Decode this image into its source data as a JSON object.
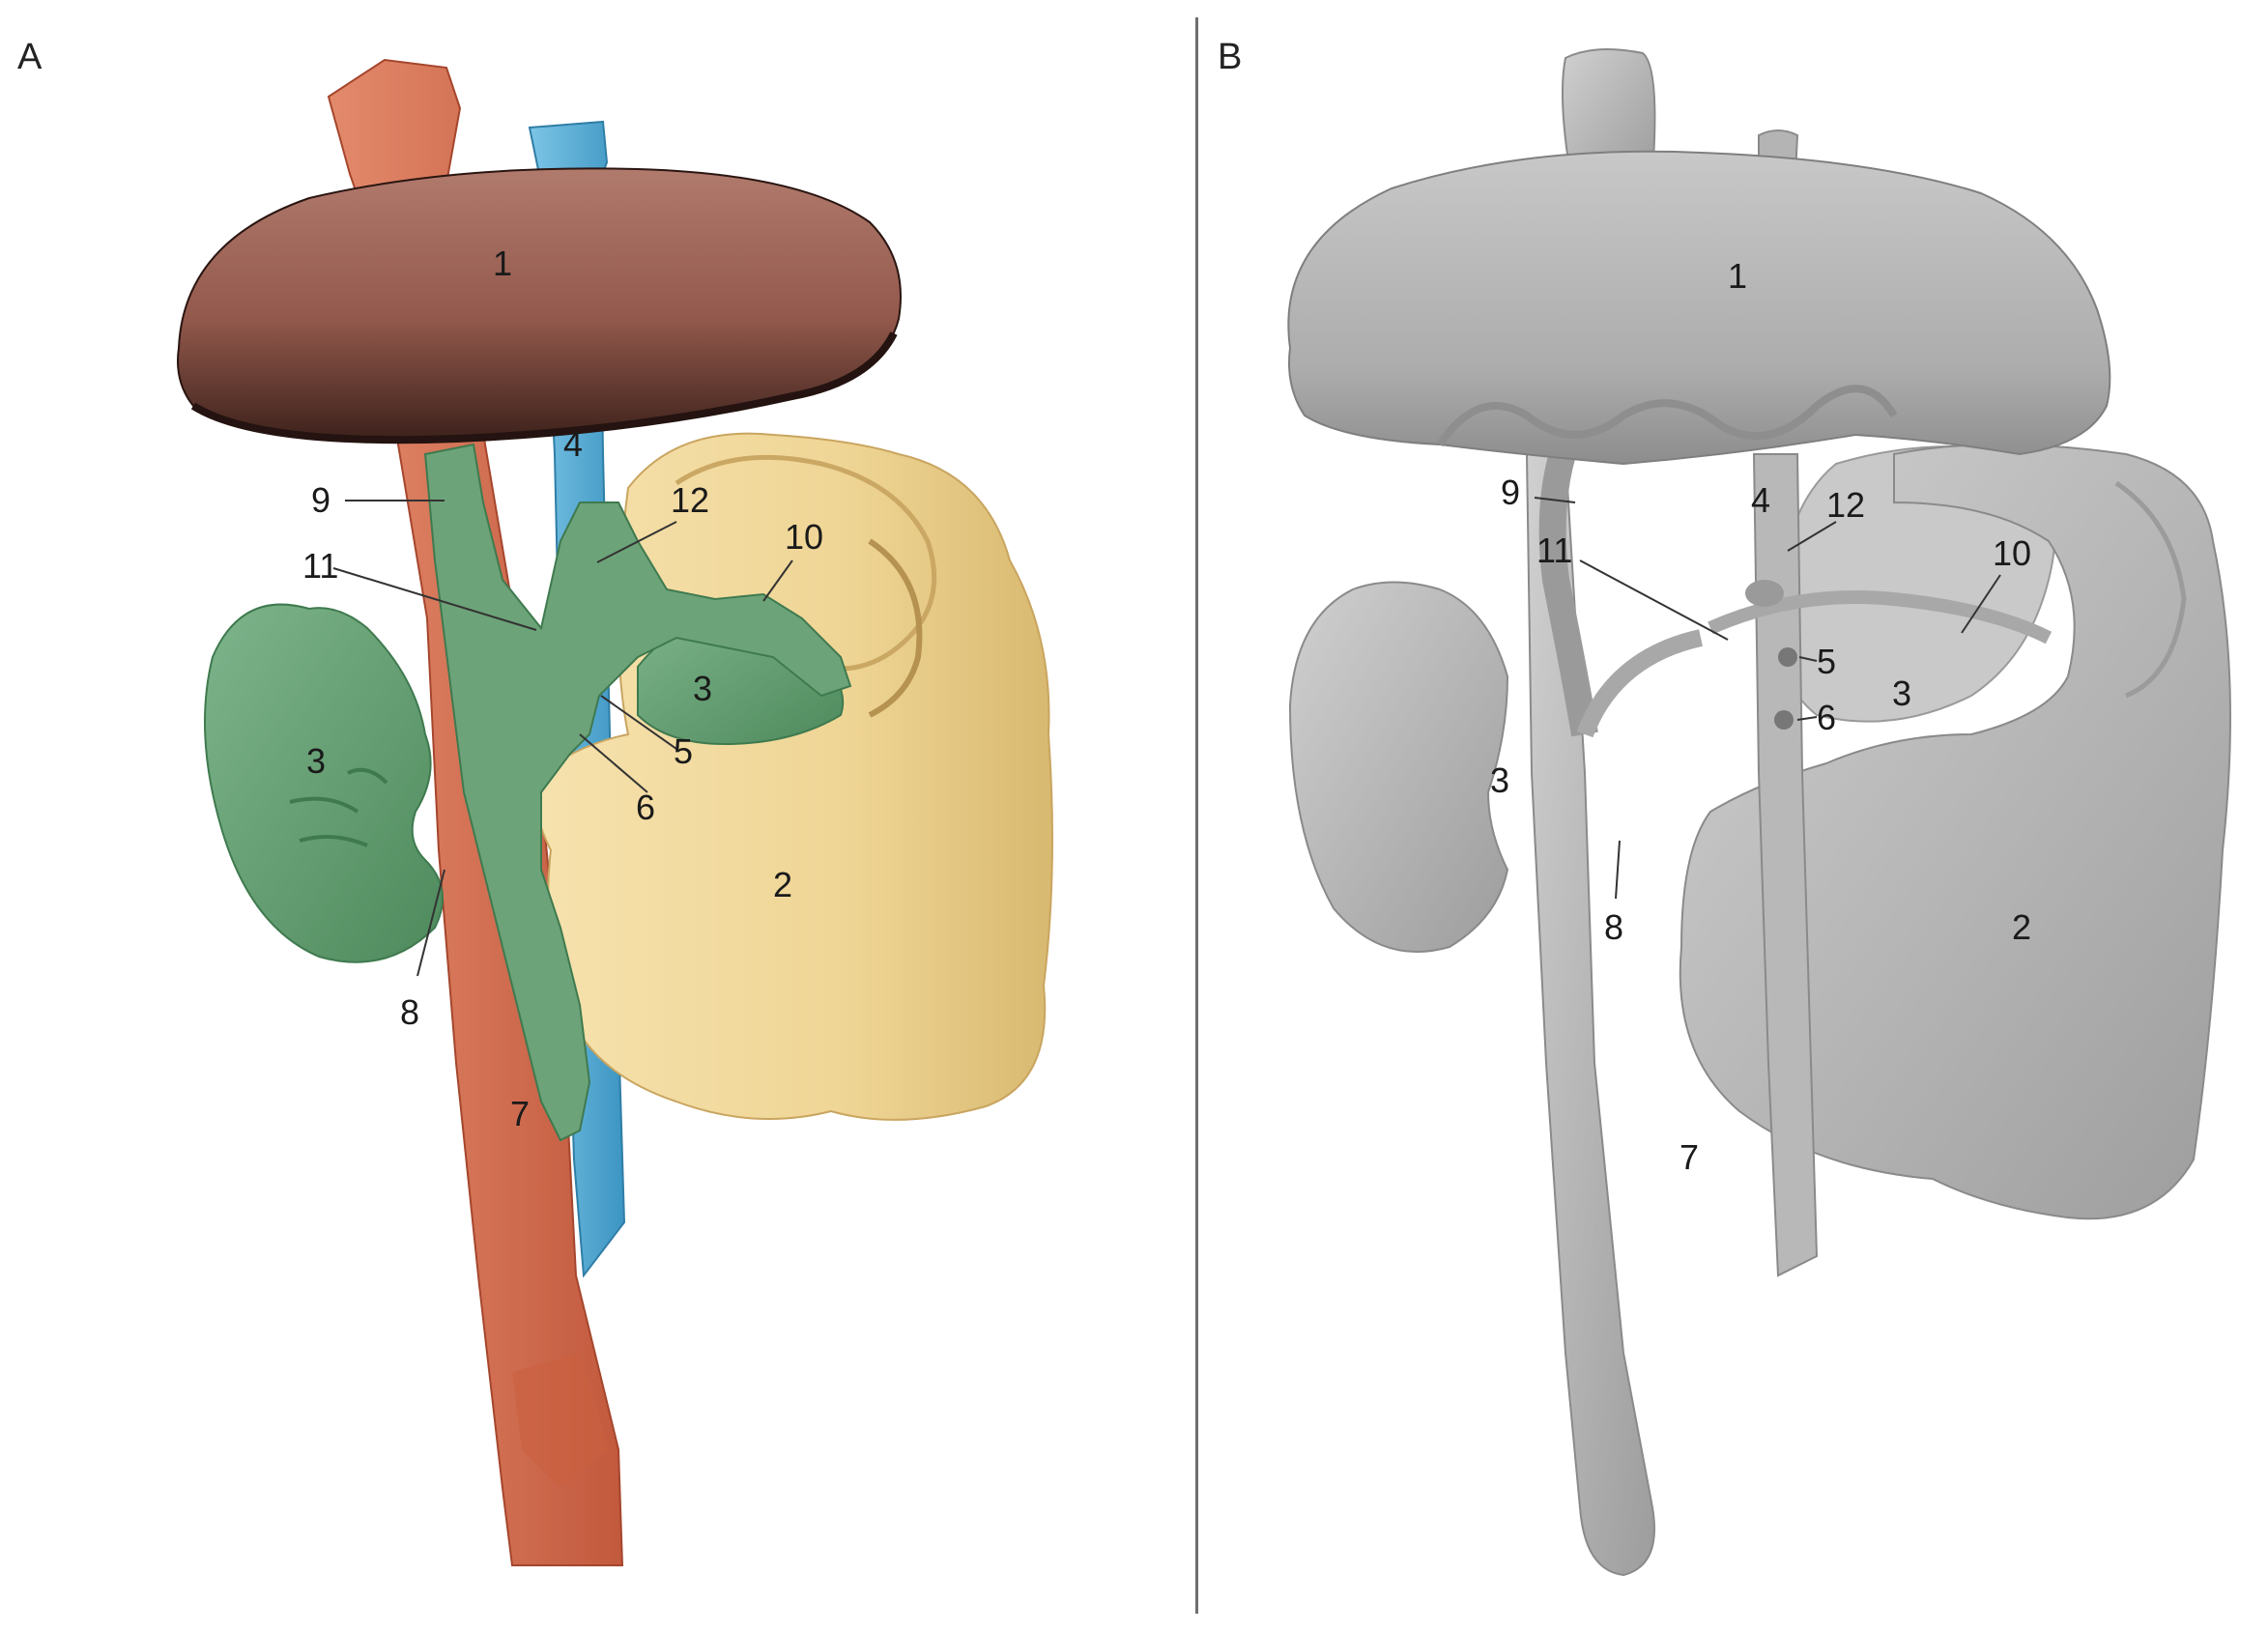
{
  "panels": [
    {
      "letter": "A",
      "style": "color"
    },
    {
      "letter": "B",
      "style": "grayscale"
    }
  ],
  "labels": {
    "l1": "1",
    "l2": "2",
    "l3": "3",
    "l4": "4",
    "l5": "5",
    "l6": "6",
    "l7": "7",
    "l8": "8",
    "l9": "9",
    "l10": "10",
    "l11": "11",
    "l12": "12"
  },
  "colors": {
    "liver_like": "#8a5347",
    "organ_2": "#f0d89a",
    "organ_3": "#6ea57a",
    "vessel_4": "#5aaed3",
    "vessel_7": "#d9775a",
    "gray_model": "#b9b9b9"
  }
}
